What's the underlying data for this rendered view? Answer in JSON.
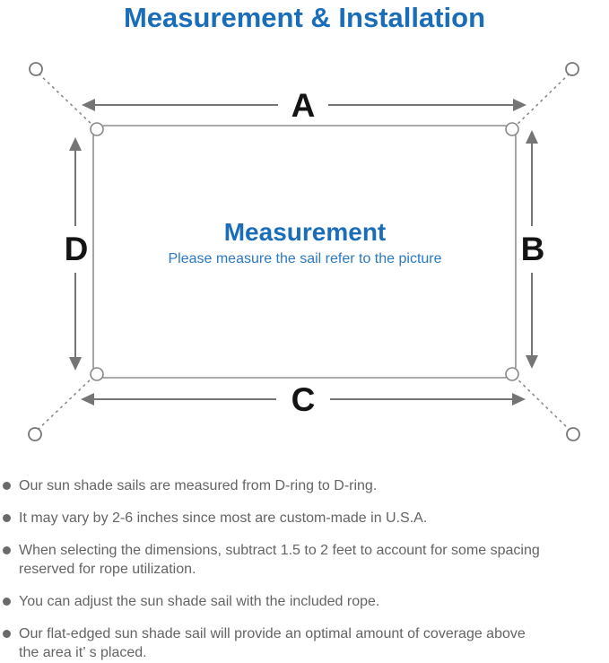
{
  "page": {
    "title": "Measurement & Installation"
  },
  "diagram": {
    "center_title": "Measurement",
    "center_subtitle": "Please measure the sail refer to the picture",
    "dimension_labels": {
      "top": "A",
      "right": "B",
      "bottom": "C",
      "left": "D"
    }
  },
  "notes": [
    "Our sun shade sails are measured from D-ring to D-ring.",
    "It may vary by 2-6 inches since most are custom-made in U.S.A.",
    "When selecting the dimensions, subtract 1.5 to 2 feet to account for some spacing\nreserved for rope utilization.",
    "You can adjust the sun shade sail with the included rope.",
    "Our flat-edged sun shade sail will provide an optimal amount of coverage above\nthe area it’ s placed."
  ],
  "colors": {
    "accent_blue": "#1a6db8",
    "subtitle_blue": "#2b79c2",
    "line_gray": "#8f8f8f",
    "arrow_gray": "#757575",
    "label_black": "#141414",
    "note_gray": "#646464"
  }
}
